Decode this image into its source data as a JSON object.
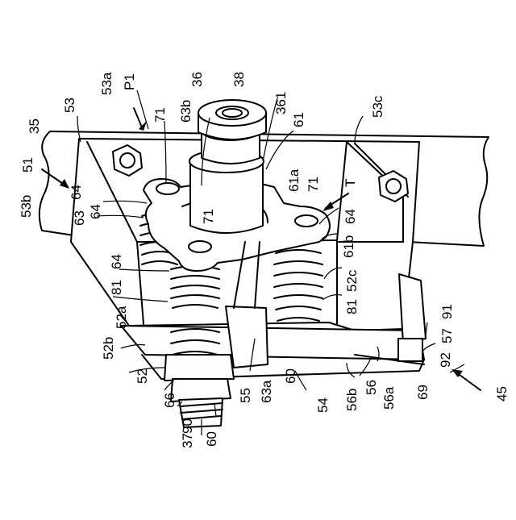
{
  "labels": {
    "l53a": "53a",
    "lP1": "P1",
    "l36": "36",
    "l38": "38",
    "l53": "53",
    "l35": "35",
    "l71a": "71",
    "l63b": "63b",
    "l361": "361",
    "l61": "61",
    "l53c": "53c",
    "l51": "51",
    "l53b": "53b",
    "l64a": "64",
    "l63": "63",
    "l71b": "71",
    "l61a": "61a",
    "l71c": "71",
    "lT": "T",
    "l64b": "64",
    "l64c": "64",
    "l64d": "64",
    "l61b": "61b",
    "l52c": "52c",
    "l81a": "81",
    "l52a": "52a",
    "l81b": "81",
    "l91": "91",
    "l52b": "52b",
    "l57": "57",
    "l52": "52",
    "l92": "92",
    "l63a": "63a",
    "l60a": "60",
    "l66": "66",
    "l55": "55",
    "l54": "54",
    "l56b": "56b",
    "l56": "56",
    "l56a": "56a",
    "l69": "69",
    "l45": "45",
    "l90": "90",
    "l37": "37",
    "l60b": "60"
  }
}
